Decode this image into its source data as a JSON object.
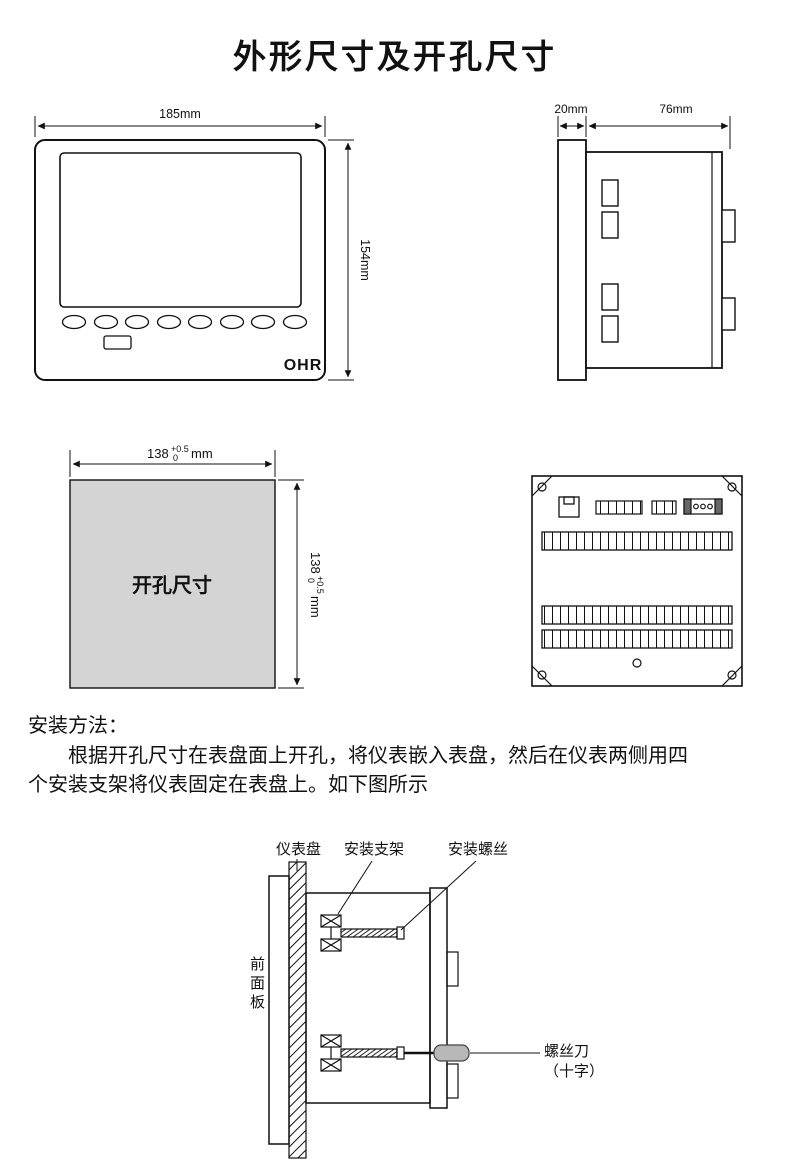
{
  "page": {
    "title": "外形尺寸及开孔尺寸"
  },
  "front_view": {
    "width_dim": "185mm",
    "height_dim": "154mm",
    "brand": "OHR"
  },
  "side_view": {
    "bezel_dim": "20mm",
    "depth_dim": "76mm"
  },
  "cutout": {
    "label": "开孔尺寸",
    "dim_value": "138",
    "tol_upper": "+0.5",
    "tol_lower": "0",
    "unit": "mm"
  },
  "instructions": {
    "heading": "安装方法：",
    "line1": "根据开孔尺寸在表盘面上开孔，将仪表嵌入表盘，然后在仪表两侧用四",
    "line2": "个安装支架将仪表固定在表盘上。如下图所示"
  },
  "install_diagram": {
    "panel_label": "仪表盘",
    "bracket_label": "安装支架",
    "screw_label": "安装螺丝",
    "front_panel_label": "前面板",
    "screwdriver_label": "螺丝刀",
    "screwdriver_note": "（十字）"
  }
}
